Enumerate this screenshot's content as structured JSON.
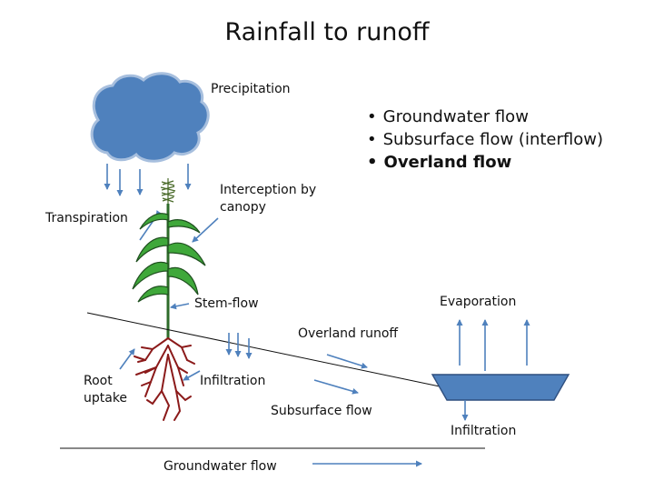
{
  "title": "Rainfall to runoff",
  "colors": {
    "cloud_fill": "#4F81BD",
    "cloud_stroke": "#A7BFDE",
    "arrow": "#4F81BD",
    "plant_leaf": "#2E8B3A",
    "root": "#8B1A1A",
    "pond_fill": "#4F81BD",
    "pond_stroke": "#2F4F7F",
    "ground_line": "#111111"
  },
  "labels": {
    "precipitation": "Precipitation",
    "interception": "Interception by\ncanopy",
    "transpiration": "Transpiration",
    "stem_flow": "Stem-flow",
    "evaporation": "Evaporation",
    "overland_runoff": "Overland runoff",
    "root_uptake": "Root\nuptake",
    "infiltration_plant": "Infiltration",
    "subsurface_flow": "Subsurface flow",
    "infiltration_pond": "Infiltration",
    "groundwater_flow": "Groundwater flow"
  },
  "bullets": [
    {
      "text": "Groundwater flow",
      "bold": false
    },
    {
      "text": "Subsurface flow (interflow)",
      "bold": false
    },
    {
      "text": "Overland flow",
      "bold": true
    }
  ]
}
